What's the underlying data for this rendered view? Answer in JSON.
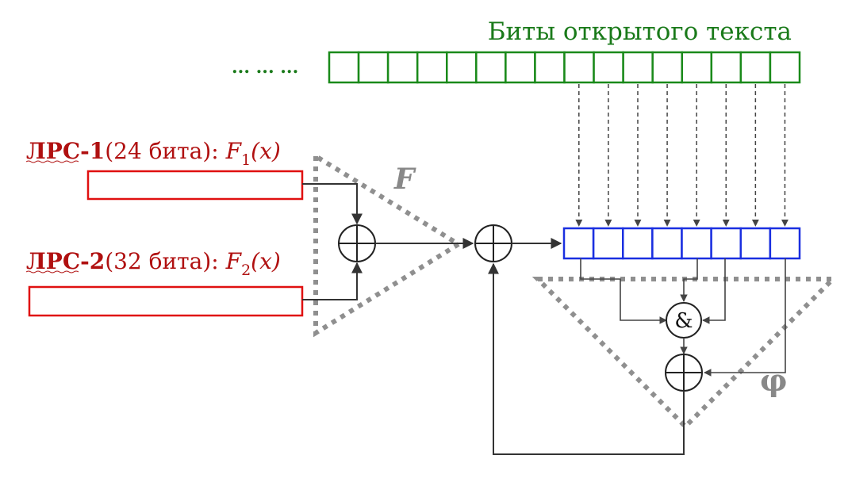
{
  "plaintext": {
    "label": "Биты открытого текста",
    "ellipsis": "... ... ...",
    "cell_count": 16
  },
  "lfsr1": {
    "name": "ЛРС-1",
    "size": "(24 бита): ",
    "func": "F",
    "sub": "1",
    "arg": "(x)"
  },
  "lfsr2": {
    "name": "ЛРС-2",
    "size": "(32 бита): ",
    "func": "F",
    "sub": "2",
    "arg": "(x)"
  },
  "block_F": {
    "label": "F"
  },
  "block_phi": {
    "label": "φ"
  },
  "state_register": {
    "cell_count": 8
  },
  "and_gate": {
    "symbol": "&"
  },
  "colors": {
    "plaintext": "#1a8a1a",
    "lfsr": "#e01010",
    "lfsr_text": "#b01010",
    "state": "#1a2fe0",
    "triangle": "#909090",
    "wire": "#333333"
  }
}
